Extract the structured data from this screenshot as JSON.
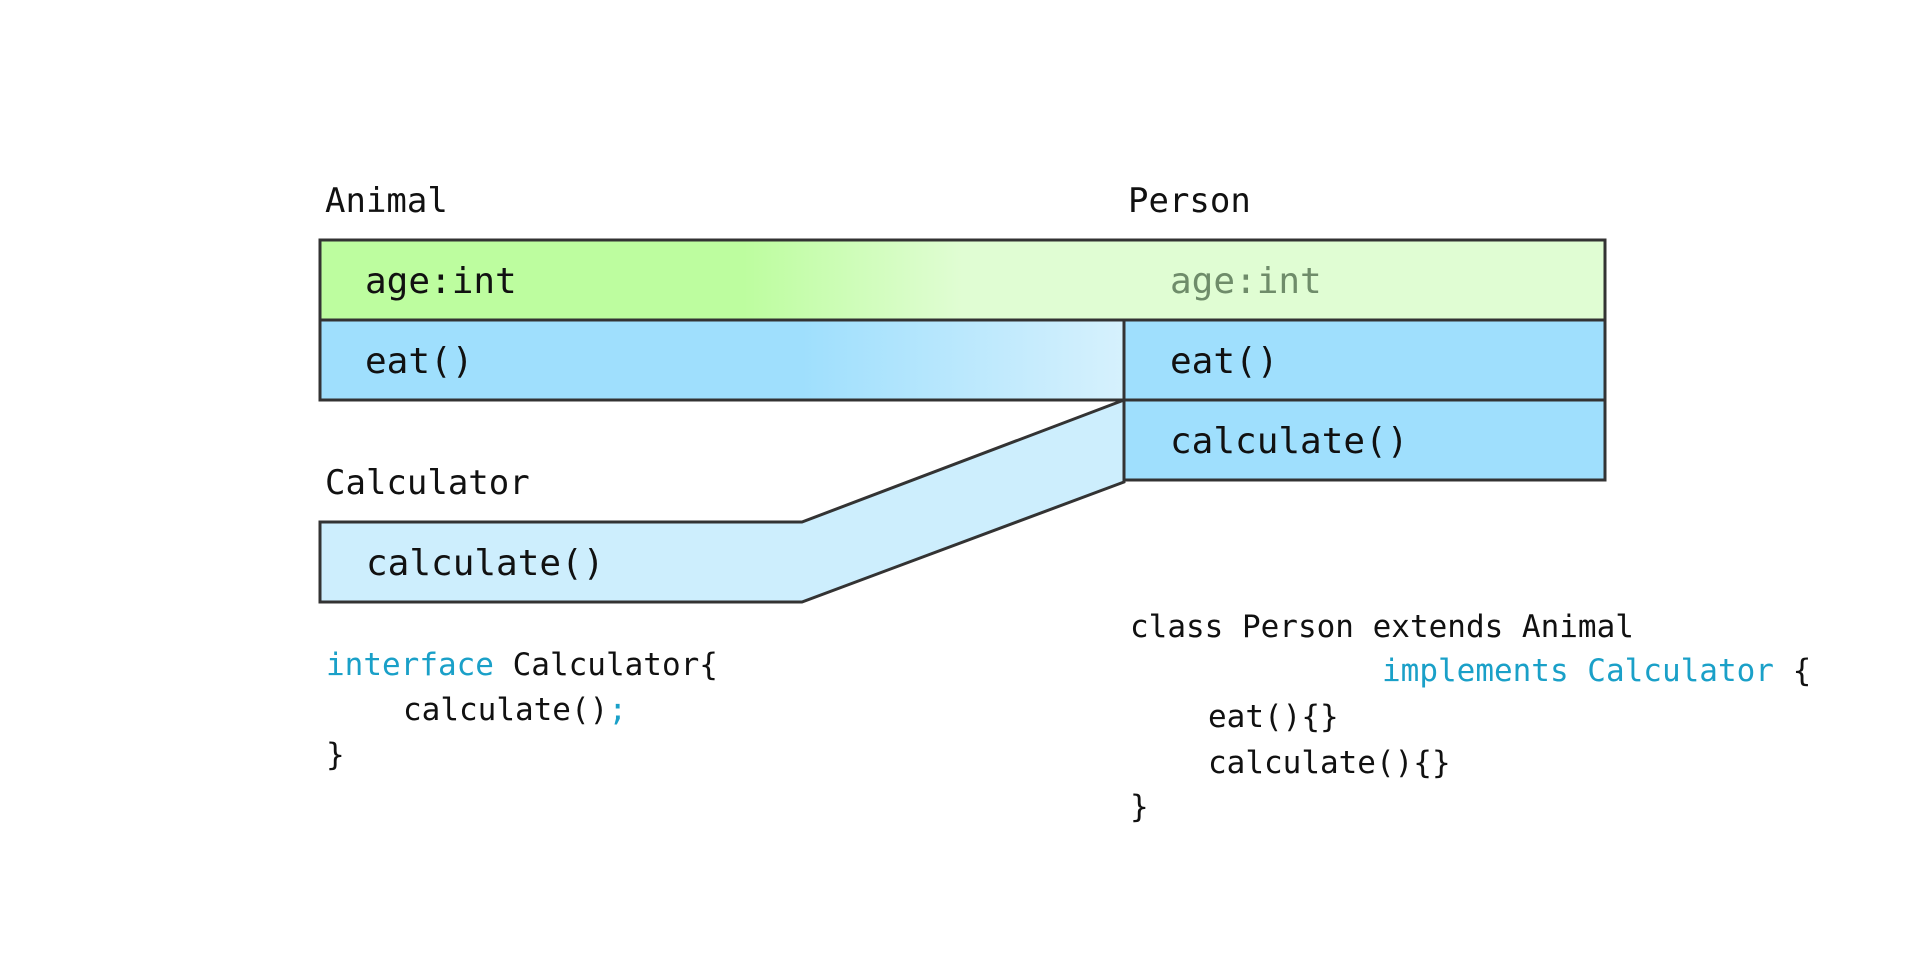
{
  "colors": {
    "field_green": "#bdfd9f",
    "field_green_light": "#e0fdd3",
    "method_blue": "#9fdffd",
    "method_blue_light": "#cdeefd",
    "stroke": "#333333",
    "keyword": "#1aa0c8",
    "inherited_text": "#6f8c6a"
  },
  "classes": {
    "animal": {
      "title": "Animal",
      "field": "age:int",
      "method": "eat()"
    },
    "person": {
      "title": "Person",
      "inherited_field": "age:int",
      "methods": [
        "eat()",
        "calculate()"
      ]
    },
    "calculator": {
      "title": "Calculator",
      "method": "calculate()"
    }
  },
  "code": {
    "calculator": {
      "line1_keyword": "interface",
      "line1_rest": " Calculator{",
      "line2_call": "calculate()",
      "line2_semicolon": ";",
      "line3": "}"
    },
    "person": {
      "line1": "class Person extends Animal",
      "line2_keyword": "implements Calculator",
      "line2_brace": " {",
      "line3": "eat(){}",
      "line4": "calculate(){}",
      "line5": "}"
    }
  }
}
